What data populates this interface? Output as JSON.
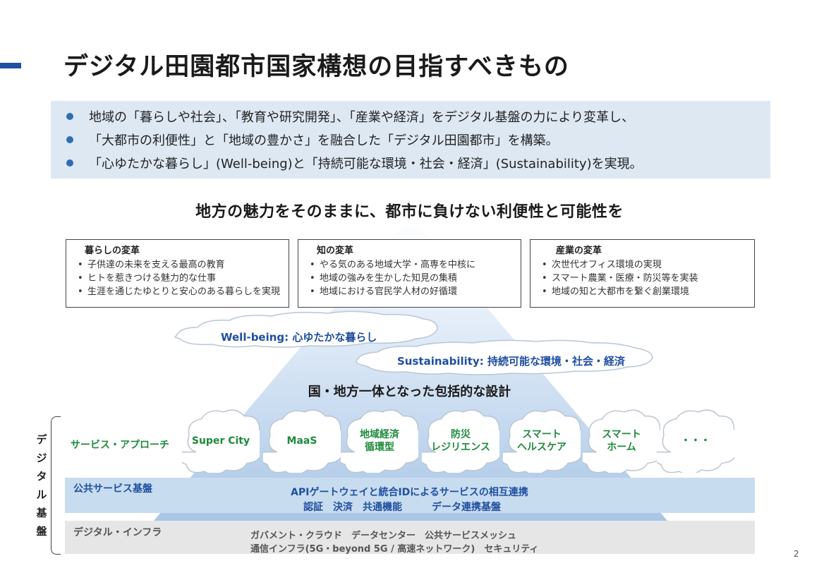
{
  "title": "デジタル田園都市国家構想の目指すべきもの",
  "summary_bullets": [
    "地域の「暮らしや社会」、「教育や研究開発」、「産業や経済」をデジタル基盤の力により変革し、",
    "「大都市の利便性」と「地域の豊かさ」を融合した「デジタル田園都市」を構築。",
    "「心ゆたかな暮らし」(Well-being)と「持続可能な環境・社会・経済」(Sustainability)を実現。"
  ],
  "tagline": "地方の魅力をそのままに、都市に負けない利便性と可能性を",
  "pillars": [
    {
      "title": "暮らしの変革",
      "items": [
        "子供達の未来を支える最高の教育",
        "ヒトを惹きつける魅力的な仕事",
        "生涯を通じたゆとりと安心のある暮らしを実現"
      ]
    },
    {
      "title": "知の変革",
      "items": [
        "やる気のある地域大学・高専を中核に",
        "地域の強みを生かした知見の集積",
        "地域における官民学人材の好循環"
      ]
    },
    {
      "title": "産業の変革",
      "items": [
        "次世代オフィス環境の実現",
        "スマート農業・医療・防災等を実装",
        "地域の知と大都市を繋ぐ創業環境"
      ]
    }
  ],
  "wellbeing": "Well-being: 心ゆたかな暮らし",
  "sustainability": "Sustainability: 持続可能な環境・社会・経済",
  "design_label": "国・地方一体となった包括的な設計",
  "service_approach_label": "サービス・アプローチ",
  "services": [
    {
      "line1": "Super City",
      "line2": ""
    },
    {
      "line1": "MaaS",
      "line2": ""
    },
    {
      "line1": "地域経済",
      "line2": "循環型"
    },
    {
      "line1": "防災",
      "line2": "レジリエンス"
    },
    {
      "line1": "スマート",
      "line2": "ヘルスケア"
    },
    {
      "line1": "スマート",
      "line2": "ホーム"
    },
    {
      "line1": "・・・",
      "line2": ""
    }
  ],
  "public_service": {
    "label": "公共サービス基盤",
    "line1": "APIゲートウェイと統合IDによるサービスの相互連携",
    "line2": "認証　決済　共通機能　　　データ連携基盤"
  },
  "infra": {
    "label": "デジタル・インフラ",
    "line1": "ガバメント・クラウド　データセンター　公共サービスメッシュ",
    "line2": "通信インフラ(5G・beyond 5G / 高速ネットワーク)　セキュリティ"
  },
  "digital_label_chars": [
    "デ",
    "ジ",
    "タ",
    "ル",
    "基",
    "盤"
  ],
  "page_number": "2",
  "colors": {
    "accent_blue": "#1f4fa0",
    "service_green": "#1f8a3c",
    "summary_bg": "#dde8f3",
    "public_bg": "#c8dcf0",
    "infra_bg": "#e6e6e6"
  }
}
